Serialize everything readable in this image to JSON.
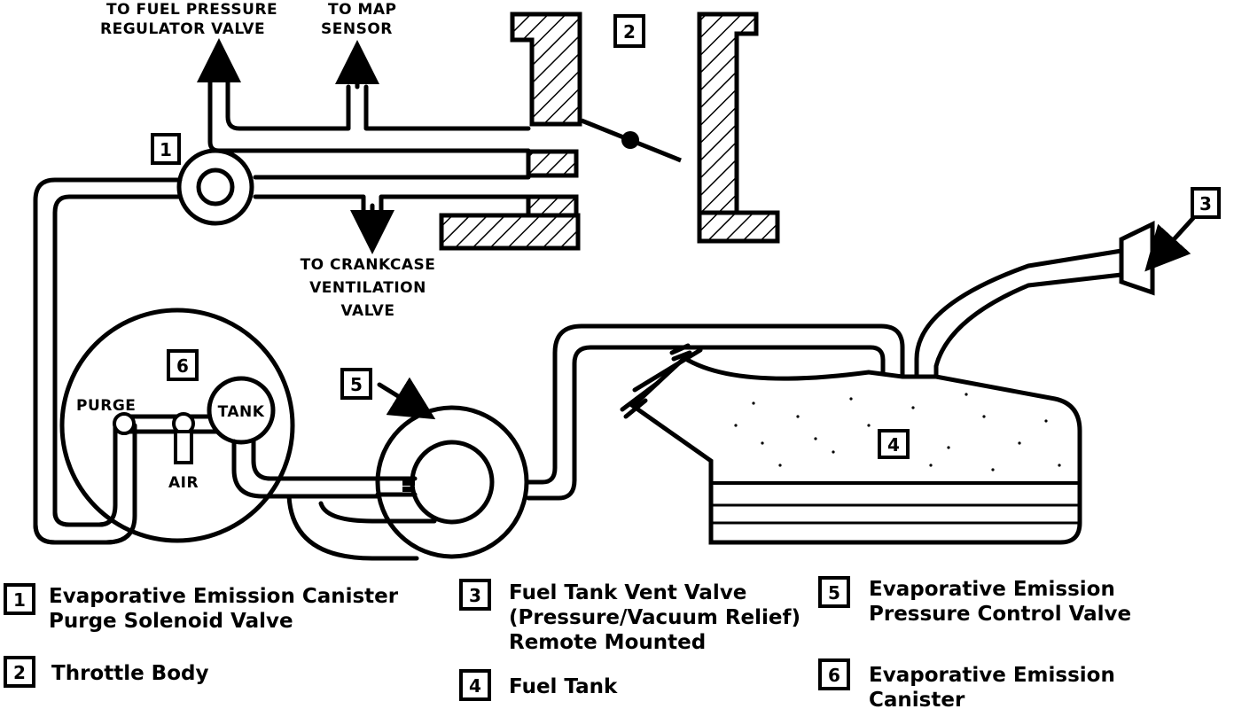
{
  "callouts": {
    "fuel_pressure_line1": "TO FUEL PRESSURE",
    "fuel_pressure_line2": "REGULATOR VALVE",
    "map_line1": "TO MAP",
    "map_line2": "SENSOR",
    "crankcase_line1": "TO CRANKCASE",
    "crankcase_line2": "VENTILATION",
    "crankcase_line3": "VALVE",
    "purge": "PURGE",
    "air": "AIR",
    "tank": "TANK"
  },
  "markers": {
    "m1": "1",
    "m2": "2",
    "m3": "3",
    "m4": "4",
    "m5": "5",
    "m6": "6"
  },
  "legend": [
    {
      "num": "1",
      "lines": [
        "Evaporative Emission Canister",
        "Purge Solenoid Valve"
      ]
    },
    {
      "num": "2",
      "lines": [
        "Throttle Body"
      ]
    },
    {
      "num": "3",
      "lines": [
        "Fuel Tank Vent  Valve",
        "(Pressure/Vacuum Relief)",
        "Remote Mounted"
      ]
    },
    {
      "num": "4",
      "lines": [
        "Fuel Tank"
      ]
    },
    {
      "num": "5",
      "lines": [
        "Evaporative Emission",
        "Pressure Control Valve"
      ]
    },
    {
      "num": "6",
      "lines": [
        "Evaporative Emission",
        "Canister"
      ]
    }
  ]
}
